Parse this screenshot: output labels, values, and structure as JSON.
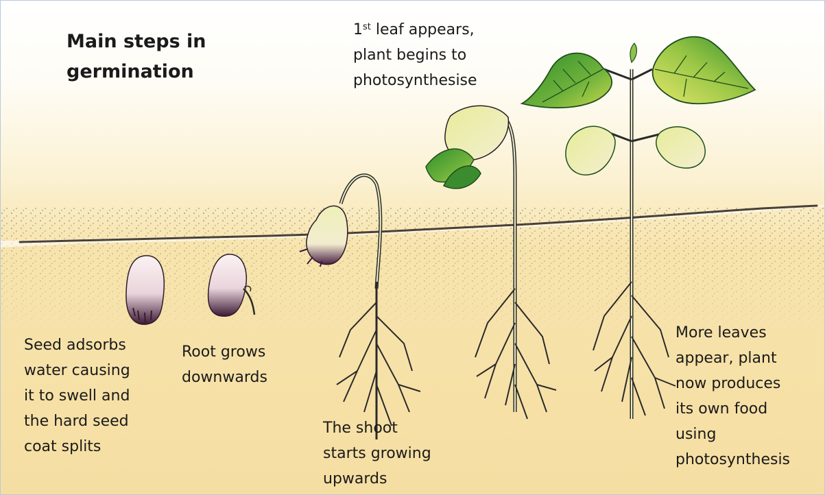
{
  "title": [
    "Main steps in",
    "germination"
  ],
  "steps": [
    {
      "lines": [
        "Seed adsorbs",
        "water causing",
        "it to swell and",
        "the hard seed",
        "coat splits"
      ]
    },
    {
      "lines": [
        "Root grows",
        "downwards"
      ]
    },
    {
      "lines": [
        "The shoot",
        "starts growing",
        "upwards"
      ]
    },
    {
      "number": "1",
      "superscript": "st",
      "lines": [
        " leaf appears,",
        "plant begins to",
        "photosynthesise"
      ]
    },
    {
      "lines": [
        "More leaves",
        "appear, plant",
        "now produces",
        "its own food",
        "using",
        "photosynthesis"
      ]
    }
  ],
  "colors": {
    "sky": "#ffffff",
    "soil": "#f5dea2",
    "leaf_dark": "#2e8a2c",
    "leaf_light": "#e6ea8a",
    "seed": "#f4e6ea",
    "seed_dark": "#3a1a34",
    "root": "#2a2a2a"
  }
}
